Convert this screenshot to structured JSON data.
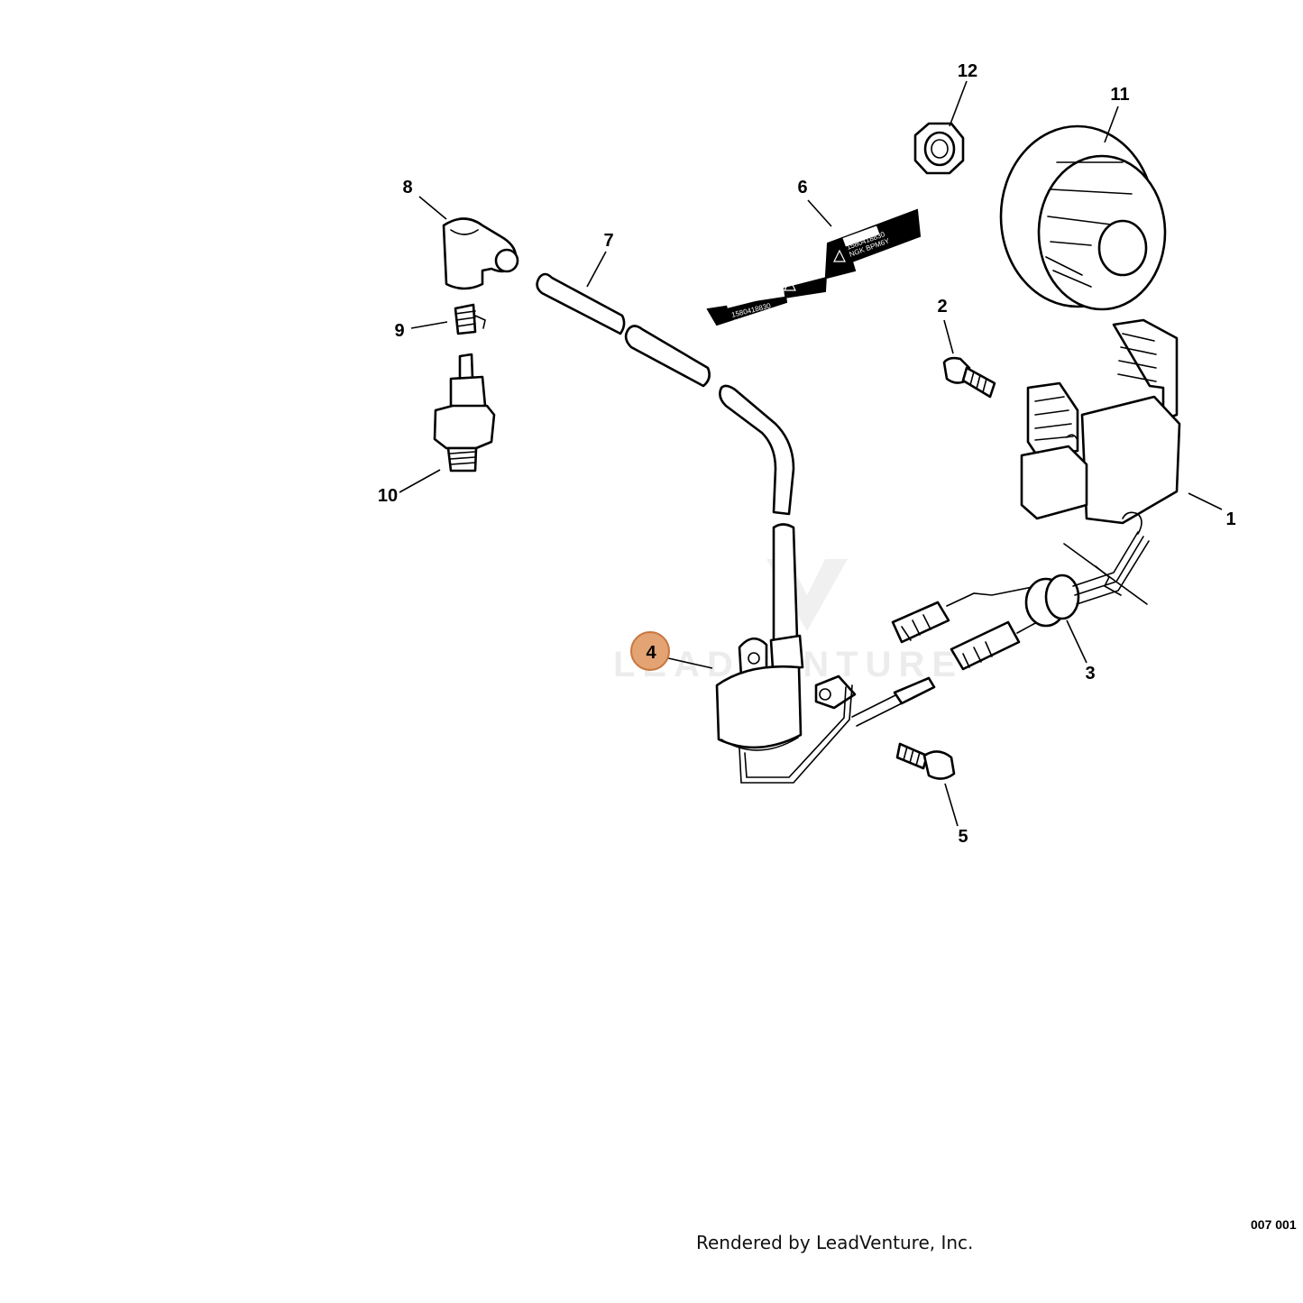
{
  "callouts": {
    "c1": "1",
    "c2": "2",
    "c3": "3",
    "c4": "4",
    "c5": "5",
    "c6": "6",
    "c7": "7",
    "c8": "8",
    "c9": "9",
    "c10": "10",
    "c11": "11",
    "c12": "12"
  },
  "decal": {
    "left_line1": "1580418830",
    "left_line2": "NGK BPM6Y",
    "right_line1": "1580418830",
    "right_line2": "NGK BPM6Y"
  },
  "watermark": "LEADVENTURE",
  "footer": "Rendered by LeadVenture, Inc.",
  "diagram_code": "007 001",
  "colors": {
    "highlight": "#e4a373",
    "highlight_stroke": "#c8763e",
    "ink": "#000000"
  }
}
